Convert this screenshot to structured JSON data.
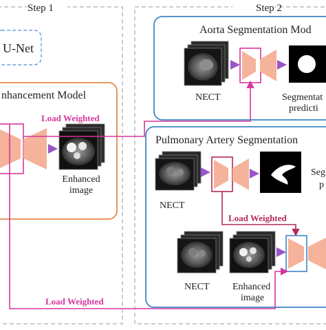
{
  "step1": {
    "title": "Step 1"
  },
  "step2": {
    "title": "Step 2"
  },
  "unet": {
    "label": "U-Net"
  },
  "enhancement": {
    "title": "nhancement Model",
    "output_label_line1": "Enhanced",
    "output_label_line2": "image"
  },
  "aorta": {
    "title": "Aorta Segmentation Mod",
    "input_label": "NECT",
    "output_label_line1": "Segmentat",
    "output_label_line2": "predicti"
  },
  "pulmonary": {
    "title": "Pulmonary Artery Segmentation",
    "input_label": "NECT",
    "output_label_line1": "Seg",
    "output_label_line2": "p",
    "bottom_input1_label": "NECT",
    "bottom_input2_label_line1": "Enhanced",
    "bottom_input2_label_line2": "image"
  },
  "connectors": {
    "load_weighted_top": "Load Weighted",
    "load_weighted_mid": "Load Weighted",
    "load_weighted_bottom": "Load Weighted"
  },
  "colors": {
    "step_border": "#bbbbbb",
    "unet_border": "#6fa3d8",
    "enhancement_border": "#e08a4c",
    "segmentation_border": "#3f86c6",
    "connector": "#d6369d",
    "network": "#f4b39a",
    "arrow": "#9a55c8",
    "scan_dark": "#1e1e1e",
    "scan_mid": "#8a8a8a"
  }
}
